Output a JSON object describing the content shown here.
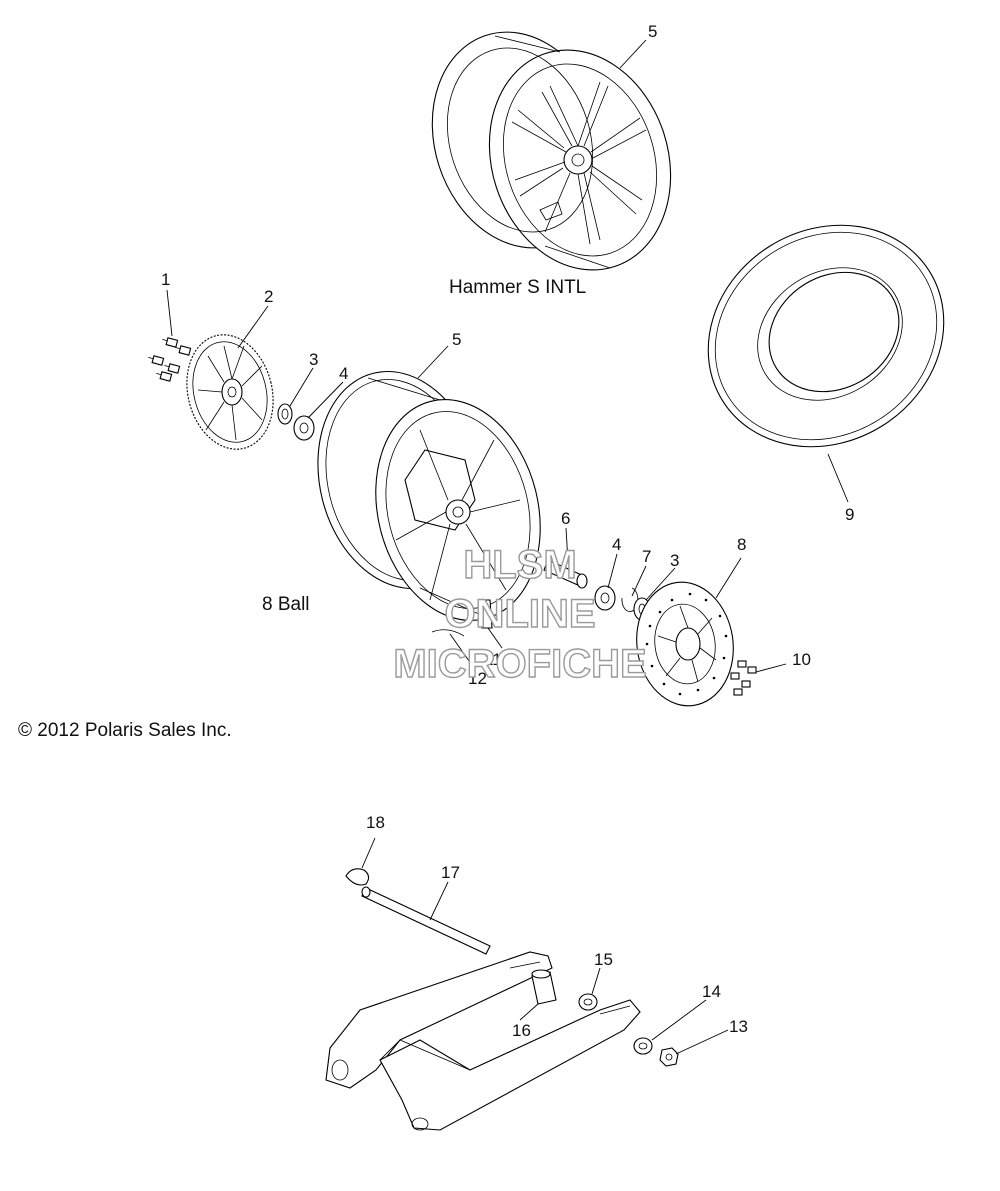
{
  "captions": {
    "hammer": "Hammer S INTL",
    "eight_ball": "8 Ball",
    "copyright": "© 2012 Polaris Sales Inc."
  },
  "watermark": {
    "line1": "HLSM",
    "line2": "ONLINE",
    "line3": "MICROFICHE"
  },
  "callouts": {
    "c1": "1",
    "c2": "2",
    "c3a": "3",
    "c3b": "3",
    "c4a": "4",
    "c4b": "4",
    "c5a": "5",
    "c5b": "5",
    "c6": "6",
    "c7": "7",
    "c8": "8",
    "c9": "9",
    "c10": "10",
    "c11": "11",
    "c12": "12",
    "c13": "13",
    "c14": "14",
    "c15": "15",
    "c16": "16",
    "c17": "17",
    "c18": "18"
  }
}
